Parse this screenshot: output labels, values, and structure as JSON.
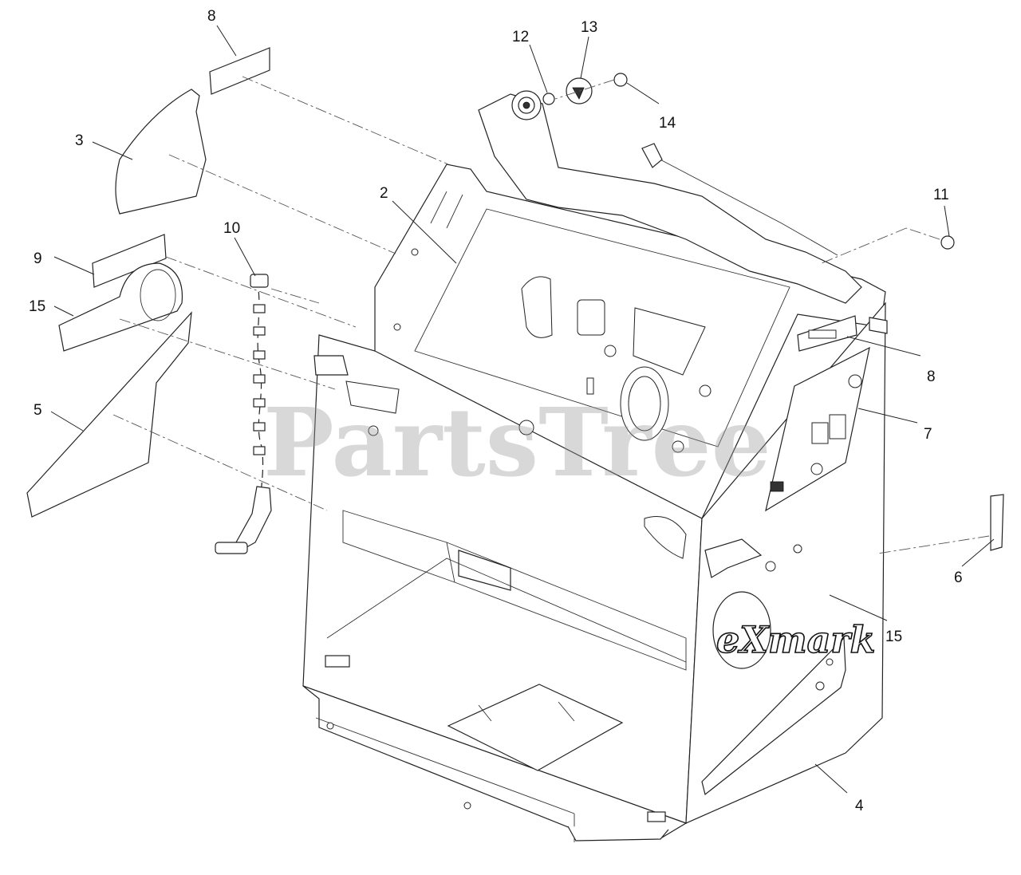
{
  "callouts": {
    "c1": "8",
    "c2": "3",
    "c3": "9",
    "c4": "15",
    "c5": "5",
    "c6": "10",
    "c7": "2",
    "c8": "12",
    "c9": "13",
    "c10": "14",
    "c11": "11",
    "c12": "8",
    "c13": "7",
    "c14": "6",
    "c15": "15",
    "c16": "4"
  },
  "watermark": "PartsTree",
  "brand_logo": "eXmark",
  "colors": {
    "ink": "#222222",
    "watermark": "#9a9a9a",
    "background": "#ffffff"
  }
}
